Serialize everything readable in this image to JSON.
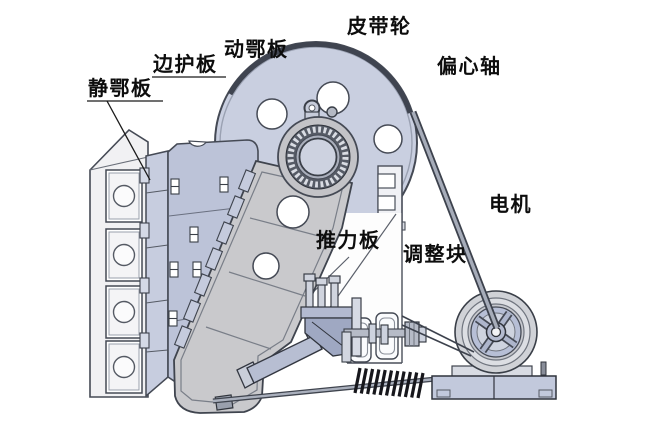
{
  "diagram": {
    "subject": "jaw-crusher-structure",
    "labels": [
      {
        "id": "fixed-jaw-plate",
        "text": "静鄂板"
      },
      {
        "id": "side-guard-plate",
        "text": "边护板"
      },
      {
        "id": "movable-jaw-plate",
        "text": "动鄂板"
      },
      {
        "id": "belt-pulley",
        "text": "皮带轮"
      },
      {
        "id": "eccentric-shaft",
        "text": "偏心轴"
      },
      {
        "id": "motor",
        "text": "电机"
      },
      {
        "id": "thrust-plate",
        "text": "推力板"
      },
      {
        "id": "adjustment-block",
        "text": "调整块"
      }
    ],
    "colors": {
      "flywheel_blue": "#c9cfe0",
      "panel_blue": "#bcc3d8",
      "arm_grey": "#c9c9cc",
      "outline_dark": "#454a55",
      "label_text": "#0d0d0d"
    }
  }
}
